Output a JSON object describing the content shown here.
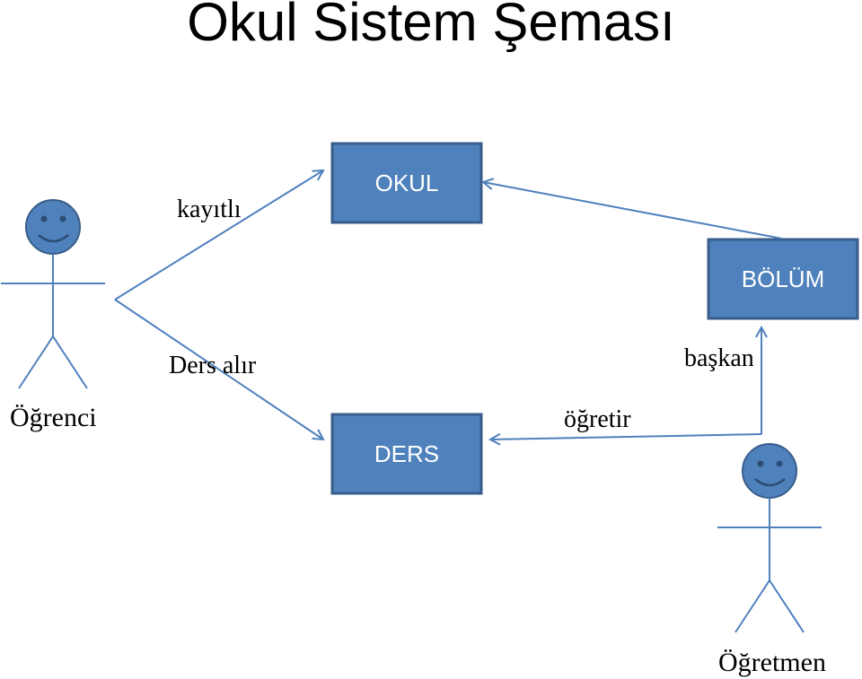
{
  "title": "Okul Sistem Şeması",
  "colors": {
    "box_fill": "#4f81bd",
    "box_border": "#385d8a",
    "line": "#4f81bd",
    "actor_head": "#4f81bd"
  },
  "entities": {
    "okul": "OKUL",
    "bolum": "BÖLÜM",
    "ders": "DERS"
  },
  "actors": {
    "ogrenci": "Öğrenci",
    "ogretmen": "Öğretmen"
  },
  "relations": {
    "kayitli": "kayıtlı",
    "ders_alir": "Ders alır",
    "baskan": "başkan",
    "ogretir": "öğretir"
  }
}
